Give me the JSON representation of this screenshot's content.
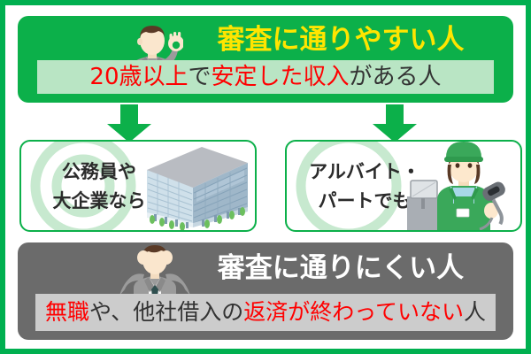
{
  "figure": {
    "type": "comparison-infographic",
    "frame_color": "#00b050"
  },
  "top_section": {
    "banner_color": "#0cb04a",
    "title": "審査に通りやすい人",
    "title_color": "#ffe500",
    "subtitle_bar_color": "#b9e5c4",
    "subtitle_segments": [
      {
        "text": "20歳以上",
        "color": "#ff0000"
      },
      {
        "text": "で",
        "color": "#333333"
      },
      {
        "text": "安定した収入",
        "color": "#ff0000"
      },
      {
        "text": "がある人",
        "color": "#333333"
      }
    ],
    "icon": "businessman-ok-gesture-icon"
  },
  "arrows": {
    "left": "down-arrow-icon",
    "right": "down-arrow-icon",
    "color": "#0cb04a"
  },
  "cards": [
    {
      "id": "public-servant-large-company",
      "label_line1": "公務員や",
      "label_line2": "大企業なら",
      "art": "office-building-icon",
      "ring_color": "#c7e9cf",
      "border_color": "#0cb04a"
    },
    {
      "id": "part-time-worker",
      "label_line1": "アルバイト・",
      "label_line2": "パートでも",
      "art": "store-clerk-icon",
      "ring_color": "#c7e9cf",
      "border_color": "#0cb04a"
    }
  ],
  "bottom_section": {
    "banner_color": "#6b6b6b",
    "title": "審査に通りにくい人",
    "title_color": "#ffffff",
    "subtitle_bar_color": "#cccccc",
    "subtitle_segments": [
      {
        "text": "無職",
        "color": "#ff0000"
      },
      {
        "text": "や、他社借入の",
        "color": "#333333"
      },
      {
        "text": "返済が終わっていない",
        "color": "#ff0000"
      },
      {
        "text": "人",
        "color": "#333333"
      }
    ],
    "icon": "distressed-man-holding-head-icon"
  }
}
